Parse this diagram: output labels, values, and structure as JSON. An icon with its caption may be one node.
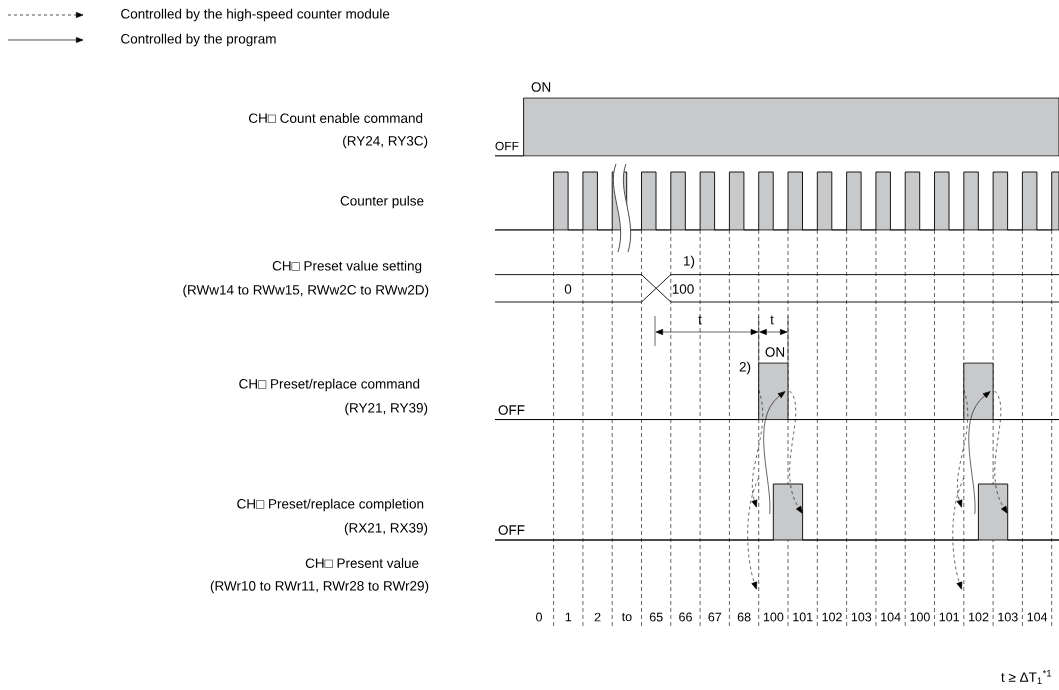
{
  "diagram": {
    "labels": [
      "ON",
      "CH□ Count enable command",
      "(RY24, RY3C)",
      "OFF",
      "Counter pulse",
      "CH□ Preset value setting",
      "1)",
      "(RWw14 to RWw15, RWw2C to RWw2D)",
      "0",
      "100",
      "t",
      "t",
      "ON",
      "2)",
      "CH□ Preset/replace command",
      "(RY21, RY39)",
      "OFF",
      "CH□ Preset/replace completion",
      "(RX21, RX39)",
      "OFF",
      "CH□ Present value",
      "(RWr10 to RWr11, RWr28 to RWr29)",
      "0",
      "1",
      "2",
      "to",
      "65",
      "66",
      "67",
      "68",
      "100",
      "101",
      "102",
      "103",
      "104",
      "100",
      "101",
      "102",
      "103",
      "104",
      "t ≥ ΔT$_{1}$$^{*1}$"
    ],
    "legend": [
      {
        "text": "Controlled by the high-speed counter module"
      },
      {
        "text": "Controlled by the program"
      }
    ]
  }
}
